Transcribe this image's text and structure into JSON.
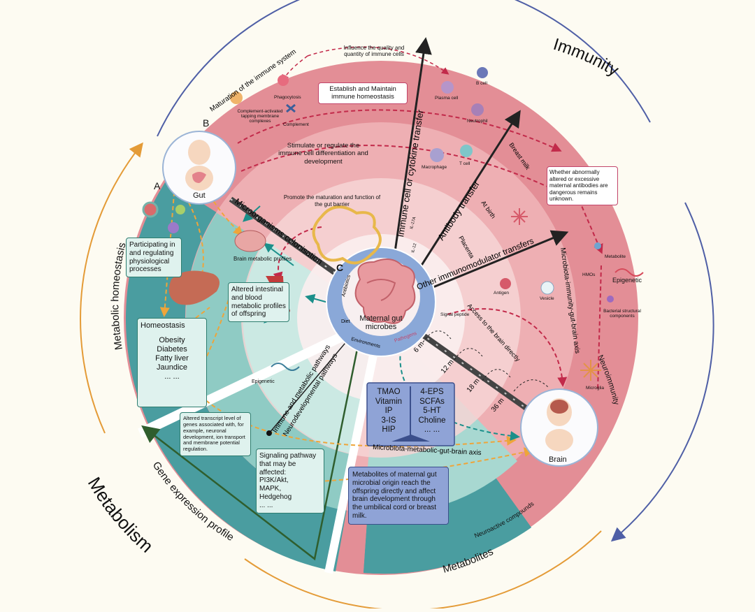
{
  "sectors": {
    "immunity": "Immunity",
    "metabolic_homeostasis": "Metabolic homeostasis",
    "metabolism": "Metabolism",
    "gene_expression": "Gene expression profile",
    "metabolites": "Metabolites",
    "neuroimmunity": "Neuroimmunity",
    "neuroactive": "Neuroactive compounds"
  },
  "panel_labels": {
    "a": "A",
    "b": "B",
    "c": "C"
  },
  "center": {
    "title": "Maternal gut microbes",
    "ring": [
      "Antibiotics",
      "Diet",
      "Environments",
      "Pathogens"
    ]
  },
  "nodes": {
    "gut": "Gut",
    "brain": "Brain"
  },
  "arrows": {
    "immune_transfer": "Immune cell or cytokine transfer",
    "antibody_transfer": "Antibody transfer",
    "other_transfers": "Other immunomodulator transfers",
    "breast_milk": "Breast milk",
    "at_birth": "At birth",
    "placenta": "Placenta",
    "colonisation": "Microorganisms colonisation",
    "immune_metabolic": "Immune and metabolic pathways",
    "neurodevelopmental": "Neurodevelopmental pathways",
    "mgb_axis": "Microbiota-metabolic-gut-brain axis",
    "migb_axis": "Microbiota-immunity-gut-brain axis",
    "brain_access": "Access to the brain directly"
  },
  "timepoints": [
    "6 m",
    "12 m",
    "18 m",
    "36 m"
  ],
  "immunity_labels": {
    "influence": "Influence the quality and quantity of immune cells",
    "maturation": "Maturation of the immune system",
    "establish": "Establish and Maintain immune homeostasis",
    "stimulate": "Stimulate or regulate the immune cell differentiation and development",
    "gut_barrier": "Promote the maturation and function of the gut barrier",
    "phagocytosis": "Phagocytosis",
    "complement_tap": "Complement-activated tapping membrane complexes",
    "complement": "Complement",
    "plasma_cell": "Plasma cell",
    "b_cell": "B cell",
    "neutrophil": "Neutrophil",
    "macrophage": "Macrophage",
    "t_cell": "T cell",
    "il17a": "IL-17A",
    "il12": "IL-12",
    "antigen": "Antigen",
    "vesicle": "Vesicle",
    "signal_peptide": "Signal peptide",
    "metabolite": "Metabolite",
    "hmos": "HMOs",
    "epigenetic": "Epigenetic",
    "bacterial": "Bacterial structural components",
    "microglia": "Microglia",
    "warning": "Whether abnormally altered or excessive maternal antibodies are dangerous remains unknown."
  },
  "metabolism_labels": {
    "participating": "Participating in and regulating physiological processes",
    "brain_profiles": "Brain metabolic profiles",
    "altered_profiles": "Altered intestinal and blood metabolic profiles of offspring",
    "homeostasis_title": "Homeostasis",
    "homeostasis_items": [
      "Obesity",
      "Diabetes",
      "Fatty liver",
      "Jaundice",
      "... ..."
    ],
    "epigenetic": "Epigenetic",
    "transcript": "Altered transcript level of genes associated with, for example, neuronal development, ion transport and membrane potential regulation.",
    "signaling_intro": "Signaling pathway that may be affected:",
    "signaling_items": [
      "PI3K/Akt,",
      "MAPK,",
      "Hedgehog",
      "... ..."
    ],
    "metabolites_box": "Metabolites of maternal gut microbial origin reach the offspring directly and affect brain development through the umbilical cord or breast milk.",
    "scale_left": [
      "TMAO",
      "Vitamin",
      "IP",
      "3-IS",
      "HIP"
    ],
    "scale_right": [
      "4-EPS",
      "SCFAs",
      "5-HT",
      "Choline",
      "... ..."
    ]
  },
  "colors": {
    "pink_outer": "#e38e96",
    "pink_mid": "#eeb2b6",
    "teal_outer": "#4a9da0",
    "teal_mid": "#8fcbc4",
    "arc_blue": "#4f5fa6",
    "arc_orange": "#e49b37",
    "arc_green": "#2f5e2e",
    "dashed_red": "#c22a4a",
    "dashed_orange": "#eea53a",
    "dashed_teal": "#1b8f8a"
  }
}
